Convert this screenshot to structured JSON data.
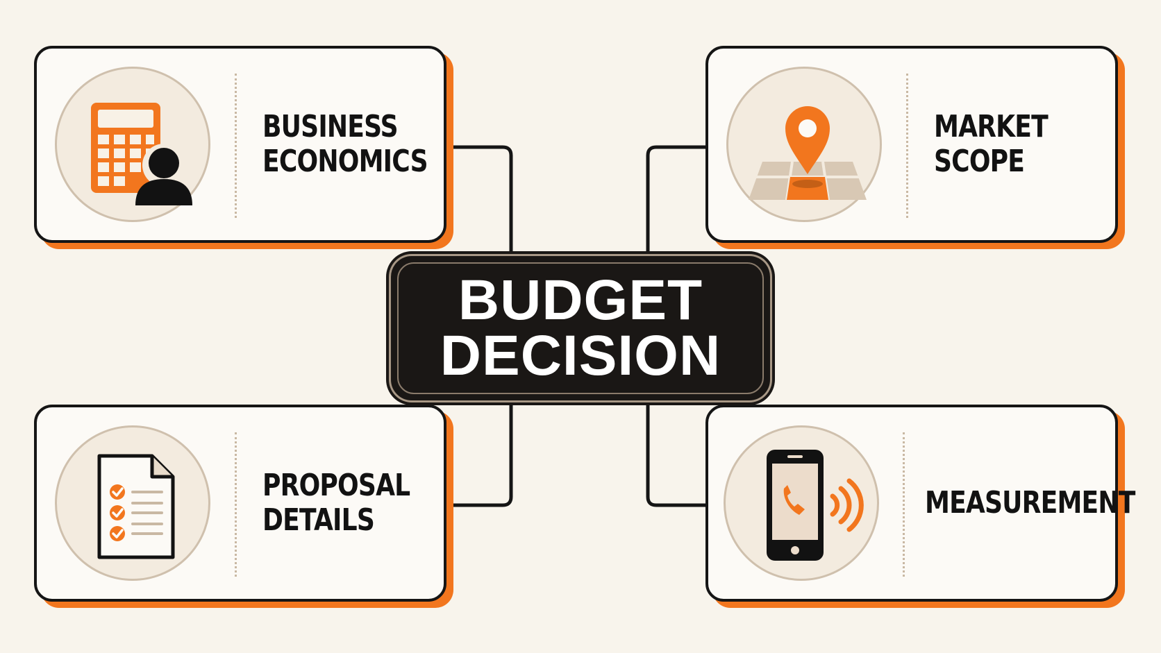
{
  "center": {
    "line1": "BUDGET",
    "line2": "DECISION"
  },
  "cards": {
    "business_economics": {
      "line1": "BUSINESS",
      "line2": "ECONOMICS",
      "icon": "calculator-person-icon"
    },
    "market_scope": {
      "line1": "MARKET",
      "line2": "SCOPE",
      "icon": "map-pin-icon"
    },
    "proposal_details": {
      "line1": "PROPOSAL",
      "line2": "DETAILS",
      "icon": "checklist-document-icon"
    },
    "measurement": {
      "line1": "MEASUREMENT",
      "icon": "phone-call-icon"
    }
  },
  "colors": {
    "background": "#f8f4ec",
    "accent_orange": "#f2761e",
    "card_border": "#151515",
    "center_fill": "#1a1715",
    "center_text": "#ffffff"
  }
}
